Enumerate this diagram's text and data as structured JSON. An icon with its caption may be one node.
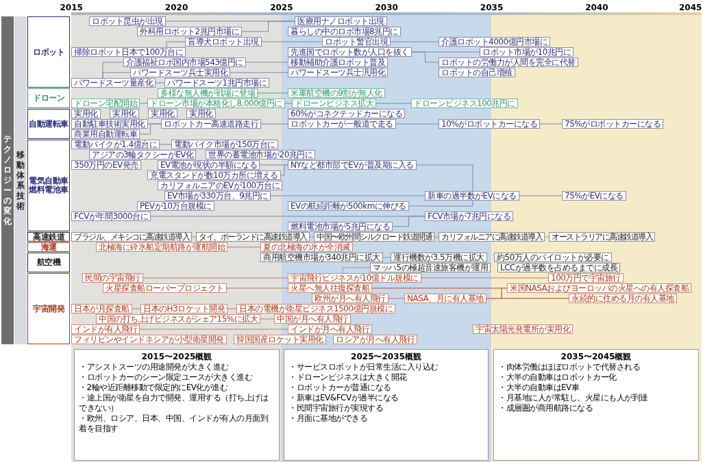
{
  "diagram": {
    "nodes": [
      {
        "text": [
          "テクノロジーの変化"
        ]
      },
      {
        "text": [
          "移動体系技術"
        ]
      },
      {
        "text": [
          "ロボット"
        ]
      },
      {
        "text": [
          "ロボット昆虫が出現"
        ]
      },
      {
        "text": [
          "外科用ロボット2兆円市場に"
        ]
      },
      {
        "text": [
          "盲導犬ロボット出現"
        ]
      },
      {
        "text": [
          "掃除ロボット日本で100万台に"
        ]
      },
      {
        "text": [
          "介護福祉ロボ国内市場543億円に"
        ]
      },
      {
        "text": [
          "パワードスーツ兵士実用化"
        ]
      },
      {
        "text": [
          "パワードスーツ量産化"
        ]
      },
      {
        "text": [
          "パワードスーツ1兆円市場に"
        ]
      },
      {
        "text": [
          "パワードスーツ兵士汎用化"
        ]
      },
      {
        "text": [
          "医療用ナノロボット出現"
        ]
      },
      {
        "text": [
          "ロボット警官出現"
        ]
      },
      {
        "text": [
          "介護ロボット4000億円市場に"
        ]
      },
      {
        "text": [
          "先進国でロボット数が人口を抜く"
        ]
      },
      {
        "text": [
          "ロボット市場が10兆円に"
        ]
      },
      {
        "text": [
          "暮らしの中のロボ市場8兆円に"
        ]
      },
      {
        "text": [
          "ロボットの労働力が人間を完全に代替"
        ]
      },
      {
        "text": [
          "移動補助介護ロボット普及"
        ]
      },
      {
        "text": [
          "ロボットの自己増殖"
        ]
      },
      {
        "text": [
          "ドローン"
        ]
      },
      {
        "text": [
          "多様な無人機が戦場に登場"
        ]
      },
      {
        "text": [
          "ドローン宅配開始"
        ]
      },
      {
        "text": [
          "ドローン市場が本格化し8,000億円に"
        ]
      },
      {
        "text": [
          "米軍航空機の9割が無人化"
        ]
      },
      {
        "text": [
          "ドローンビジネス拡大"
        ]
      },
      {
        "text": [
          "ドローンビジネス100兆円に"
        ]
      },
      {
        "text": [
          "自動運転車"
        ]
      },
      {
        "text": [
          "実用化"
        ]
      },
      {
        "text": [
          "実用化"
        ]
      },
      {
        "text": [
          "実用化"
        ]
      },
      {
        "text": [
          "実用化"
        ]
      },
      {
        "text": [
          "自動駐車技術実用化"
        ]
      },
      {
        "text": [
          "商業用自動運転車"
        ]
      },
      {
        "text": [
          "ロボットカー高速道路走行"
        ]
      },
      {
        "text": [
          "60%がコネクテッドカーになる"
        ]
      },
      {
        "text": [
          "ロボットカーが一般道で走る"
        ]
      },
      {
        "text": [
          "10%がロボットカーになる"
        ]
      },
      {
        "text": [
          "75%がロボットカーになる"
        ]
      },
      {
        "text": [
          "電気自動車燃料電池車"
        ]
      },
      {
        "text": [
          "電動バイクが1.4億台に"
        ]
      },
      {
        "text": [
          "電動バイク市場が150万台に"
        ]
      },
      {
        "text": [
          "アジアの3輪タクシーがEV化"
        ]
      },
      {
        "text": [
          "世界の蓄電池市場が20兆円に"
        ]
      },
      {
        "text": [
          "350万円のEV発売"
        ]
      },
      {
        "text": [
          "EV電池が現状の半額になる"
        ]
      },
      {
        "text": [
          "充電スタンドが数10万カ所に増える"
        ]
      },
      {
        "text": [
          "NYなど都市部でEVが普及期に入る"
        ]
      },
      {
        "text": [
          "カリフォルニアのEVが100万台に"
        ]
      },
      {
        "text": [
          "EV市場が330万台、9兆円に"
        ]
      },
      {
        "text": [
          "新車の過半数がEVになる"
        ]
      },
      {
        "text": [
          "75%がEVになる"
        ]
      },
      {
        "text": [
          "EVの航続距離が500kmに伸びる"
        ]
      },
      {
        "text": [
          "PEVが10万台規模に"
        ]
      },
      {
        "text": [
          "FCVが年間3000台に"
        ]
      },
      {
        "text": [
          "FCV市場が7兆円になる"
        ]
      },
      {
        "text": [
          "燃料電池市場が5兆円になる"
        ]
      },
      {
        "text": [
          "高速鉄道"
        ]
      },
      {
        "text": [
          "ブラジル、メキシコに高速鉄道導入"
        ]
      },
      {
        "text": [
          "タイ、ポーランドに高速鉄道導入"
        ]
      },
      {
        "text": [
          "中国〜欧州間シルクロード鉄道開通"
        ]
      },
      {
        "text": [
          "カリフォルニアに高速鉄道導入"
        ]
      },
      {
        "text": [
          "オーストラリアに高速鉄道導入"
        ]
      },
      {
        "text": [
          "海運"
        ]
      },
      {
        "text": [
          "北極海に砕氷船定期航路が運航開始"
        ]
      },
      {
        "text": [
          "夏の北極海の氷が全消滅"
        ]
      },
      {
        "text": [
          "航空機"
        ]
      },
      {
        "text": [
          "約50万人のパイロットが必要に"
        ]
      },
      {
        "text": [
          "商用航空機市場が340兆円に拡大"
        ]
      },
      {
        "text": [
          "運行機数が3.5万機に拡大"
        ]
      },
      {
        "text": [
          "LCCが過半数を占めるまでに成長"
        ]
      },
      {
        "text": [
          "マッハ5の極超音速旅客機が運用"
        ]
      },
      {
        "text": [
          "宇宙開発"
        ]
      },
      {
        "text": [
          "民間の宇宙飛行"
        ]
      },
      {
        "text": [
          "宇宙飛行ビジネスが10億ドル規模に"
        ]
      },
      {
        "text": [
          "100万円で宇宙旅行"
        ]
      },
      {
        "text": [
          "火星探査船ローバープロジェクト"
        ]
      },
      {
        "text": [
          "火星へ無人往復探査船"
        ]
      },
      {
        "text": [
          "米国NASAおよびヨーロッパの火星への有人探査船"
        ]
      },
      {
        "text": [
          "NASA、月に有人基地"
        ]
      },
      {
        "text": [
          "永続的に住める月の有人基地"
        ]
      },
      {
        "text": [
          "欧州が月へ有人飛行"
        ]
      },
      {
        "text": [
          "日本が月探査船"
        ]
      },
      {
        "text": [
          "日本のH3ロケット開発"
        ]
      },
      {
        "text": [
          "日本の電機が衛星ビジネス1500億円規模に"
        ]
      },
      {
        "text": [
          "中国の打ち上げビジネスがシェア15%に拡大"
        ]
      },
      {
        "text": [
          "中国が月へ有人飛行"
        ]
      },
      {
        "text": [
          "インドが有人飛行"
        ]
      },
      {
        "text": [
          "インドが月へ有人飛行"
        ]
      },
      {
        "text": [
          "宇宙太陽光発電所が実用化"
        ]
      },
      {
        "text": [
          "フィリピンやインドネシアが小型衛星開発"
        ]
      },
      {
        "text": [
          "韓国国産ロケット実用化"
        ]
      },
      {
        "text": [
          "ロシアが月へ有人飛行"
        ]
      },
      {
        "text": [
          "2015〜2025概観",
          "・アシストスーツの用途開発が大きく進む",
          "・ロボットカーのシーン限定ユースが大きく進む",
          "・2輪や近距離移動で限定的にEV化が進む",
          "・途上国が衛星を自力で開発、運用する（打ち上げはできない）",
          "・欧州、ロシア、日本、中国、インドが有人の月面到着を目指す"
        ]
      },
      {
        "text": [
          "2025〜2035概観",
          "・サービスロボットが日常生活に入り込む",
          "・ドローンビジネスは大きく開花",
          "・ロボットカーが普通になる",
          "・新車はEV&FCVが過半になる",
          "・民間宇宙旅行が実現する",
          "・月面に基地ができる"
        ]
      },
      {
        "text": [
          "2035〜2045概観",
          "・肉体労働はほぼロボットで代替される",
          "・大半の自動車はロボットカー化",
          "・大半の自動車はEV車",
          "・月基地に人が常駐し、火星にも人が到達",
          "・成層圏が商用航路になる"
        ]
      }
    ],
    "edges": [
      {
        "from": 3,
        "to": 12,
        "arrow": "none"
      },
      {
        "from": 4,
        "to": 12,
        "arrow": "none"
      },
      {
        "from": 5,
        "to": 13,
        "arrow": "none"
      },
      {
        "from": 6,
        "to": 5,
        "arrow": "none"
      },
      {
        "from": 13,
        "to": 14,
        "arrow": "none"
      },
      {
        "from": 15,
        "to": 16,
        "arrow": "none"
      },
      {
        "from": 15,
        "to": 18,
        "arrow": "none"
      },
      {
        "from": 7,
        "to": 19,
        "arrow": "none"
      },
      {
        "from": 9,
        "to": 7,
        "arrow": "none"
      },
      {
        "from": 9,
        "to": 8,
        "arrow": "none"
      },
      {
        "from": 9,
        "to": 10,
        "arrow": "none"
      },
      {
        "from": 8,
        "to": 11,
        "arrow": "none"
      },
      {
        "from": 22,
        "to": 25,
        "arrow": "none",
        "color": "#4aa57c"
      },
      {
        "from": 23,
        "to": 24,
        "arrow": "none",
        "color": "#4aa57c"
      },
      {
        "from": 24,
        "to": 26,
        "arrow": "none",
        "color": "#4aa57c"
      },
      {
        "from": 26,
        "to": 27,
        "arrow": "none",
        "color": "#4aa57c"
      },
      {
        "from": 33,
        "to": 35,
        "arrow": "none"
      },
      {
        "from": 34,
        "to": 35,
        "arrow": "none"
      },
      {
        "from": 35,
        "to": 37,
        "arrow": "none"
      },
      {
        "from": 37,
        "to": 38,
        "arrow": "none"
      },
      {
        "from": 38,
        "to": 39,
        "arrow": "none"
      },
      {
        "from": 41,
        "to": 42,
        "arrow": "none"
      },
      {
        "from": 46,
        "to": 48,
        "arrow": "none"
      },
      {
        "from": 47,
        "to": 48,
        "arrow": "none"
      },
      {
        "from": 48,
        "to": 51,
        "arrow": "none"
      },
      {
        "from": 50,
        "to": 51,
        "arrow": "none"
      },
      {
        "from": 53,
        "to": 51,
        "arrow": "none"
      },
      {
        "from": 51,
        "to": 52,
        "arrow": "none"
      },
      {
        "from": 55,
        "to": 56,
        "arrow": "none"
      },
      {
        "from": 57,
        "to": 56,
        "arrow": "none"
      },
      {
        "from": 59,
        "to": 60,
        "arrow": "none",
        "color": "#9a9a9a"
      },
      {
        "from": 60,
        "to": 61,
        "arrow": "none",
        "color": "#9a9a9a"
      },
      {
        "from": 61,
        "to": 62,
        "arrow": "none",
        "color": "#9a9a9a"
      },
      {
        "from": 62,
        "to": 63,
        "arrow": "none",
        "color": "#9a9a9a"
      },
      {
        "from": 65,
        "to": 66,
        "arrow": "none",
        "color": "#c27a5e"
      },
      {
        "from": 69,
        "to": 70,
        "arrow": "none",
        "color": "#9a9a9a"
      },
      {
        "from": 72,
        "to": 75,
        "arrow": "none",
        "color": "#9a9a9a"
      },
      {
        "from": 74,
        "to": 75,
        "arrow": "none",
        "color": "#c27a5e"
      },
      {
        "from": 75,
        "to": 76,
        "arrow": "none",
        "color": "#c27a5e"
      },
      {
        "from": 77,
        "to": 78,
        "arrow": "none",
        "color": "#c27a5e"
      },
      {
        "from": 78,
        "to": 79,
        "arrow": "none",
        "color": "#c27a5e"
      },
      {
        "from": 78,
        "to": 81,
        "arrow": "none",
        "color": "#c27a5e"
      },
      {
        "from": 80,
        "to": 79,
        "arrow": "none",
        "color": "#c27a5e"
      },
      {
        "from": 80,
        "to": 81,
        "arrow": "none",
        "color": "#c27a5e"
      },
      {
        "from": 82,
        "to": 80,
        "arrow": "none",
        "color": "#c27a5e"
      },
      {
        "from": 83,
        "to": 84,
        "arrow": "none",
        "color": "#c27a5e"
      },
      {
        "from": 84,
        "to": 85,
        "arrow": "none",
        "color": "#c27a5e"
      },
      {
        "from": 86,
        "to": 87,
        "arrow": "none",
        "color": "#c27a5e"
      },
      {
        "from": 88,
        "to": 89,
        "arrow": "none",
        "color": "#c27a5e"
      }
    ],
    "labels": [
      "2015",
      "2020",
      "2025",
      "2030",
      "2035",
      "2040",
      "2045"
    ]
  }
}
